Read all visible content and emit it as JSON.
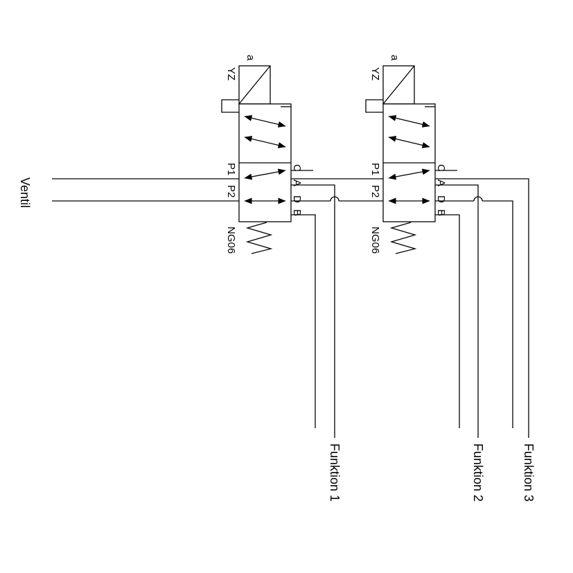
{
  "diagram": {
    "left_label": "Ventil",
    "valves": [
      {
        "actuator": "a",
        "coil": "YZ",
        "p1": "P1",
        "p2": "P2",
        "size": "NG06",
        "ports": [
          "C",
          "A",
          "D",
          "B"
        ]
      },
      {
        "actuator": "a",
        "coil": "YZ",
        "p1": "P1",
        "p2": "P2",
        "size": "NG06",
        "ports": [
          "C",
          "A",
          "D",
          "B"
        ]
      }
    ],
    "functions": [
      "Funktion 1",
      "Funktion 2",
      "Funktion 3"
    ],
    "colors": {
      "line": "#000000",
      "background": "#ffffff"
    }
  }
}
